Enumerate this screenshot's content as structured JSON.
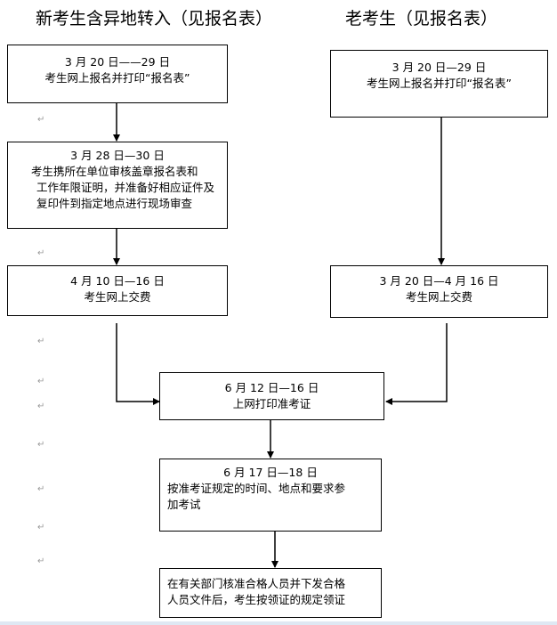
{
  "titles": {
    "left": "新考生含异地转入（见报名表）",
    "right": "老考生（见报名表）"
  },
  "boxes": {
    "new_register": {
      "lines": [
        "3 月 20 日——29 日",
        "考生网上报名并打印“报名表”"
      ]
    },
    "new_review": {
      "lines": [
        "3 月 28 日—30 日",
        "考生携所在单位审核盖章报名表和",
        "工作年限证明，并准备好相应证件及",
        "复印件到指定地点进行现场审查"
      ]
    },
    "new_pay": {
      "lines": [
        "4 月 10 日—16 日",
        "考生网上交费"
      ]
    },
    "old_register": {
      "lines": [
        "3 月 20 日—29 日",
        "考生网上报名并打印“报名表”"
      ]
    },
    "old_pay": {
      "lines": [
        "3 月 20 日—4 月 16 日",
        "考生网上交费"
      ]
    },
    "print_ticket": {
      "lines": [
        "6 月 12 日—16 日",
        "上网打印准考证"
      ]
    },
    "exam": {
      "lines": [
        "6 月 17 日—18 日",
        "按准考证规定的时间、地点和要求参",
        "加考试"
      ]
    },
    "certificate": {
      "lines": [
        "在有关部门核准合格人员并下发合格",
        "人员文件后，考生按领证的规定领证"
      ]
    }
  },
  "marks": {
    "return": "↵"
  }
}
